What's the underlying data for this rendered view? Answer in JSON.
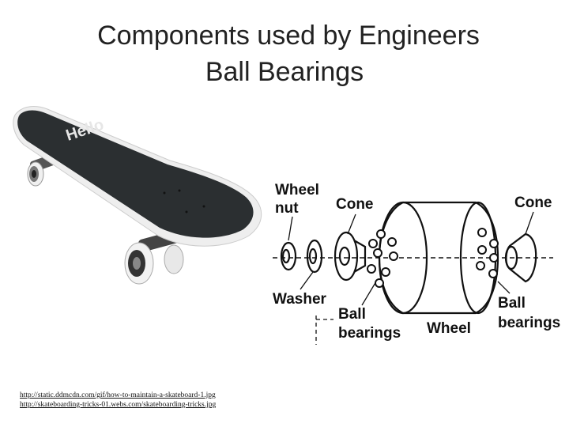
{
  "slide": {
    "title_line1": "Components used by Engineers",
    "title_line2": "Ball Bearings"
  },
  "board_image": {
    "deck_text": "Hello"
  },
  "diagram": {
    "labels": {
      "wheel_nut_1": "Wheel",
      "wheel_nut_2": "nut",
      "cone_left": "Cone",
      "cone_right": "Cone",
      "washer": "Washer",
      "ball_bearings_left_1": "Ball",
      "ball_bearings_left_2": "bearings",
      "wheel": "Wheel",
      "ball_bearings_right_1": "Ball",
      "ball_bearings_right_2": "bearings"
    }
  },
  "sources": [
    "http://static.ddmcdn.com/gif/how-to-maintain-a-skateboard-1.jpg",
    "http://skateboarding-tricks-01.webs.com/skateboarding-tricks.jpg"
  ],
  "colors": {
    "title": "#222222",
    "deck_grip": "#2b2f31",
    "deck_rim": "#eeeeee",
    "line_art": "#111111"
  }
}
